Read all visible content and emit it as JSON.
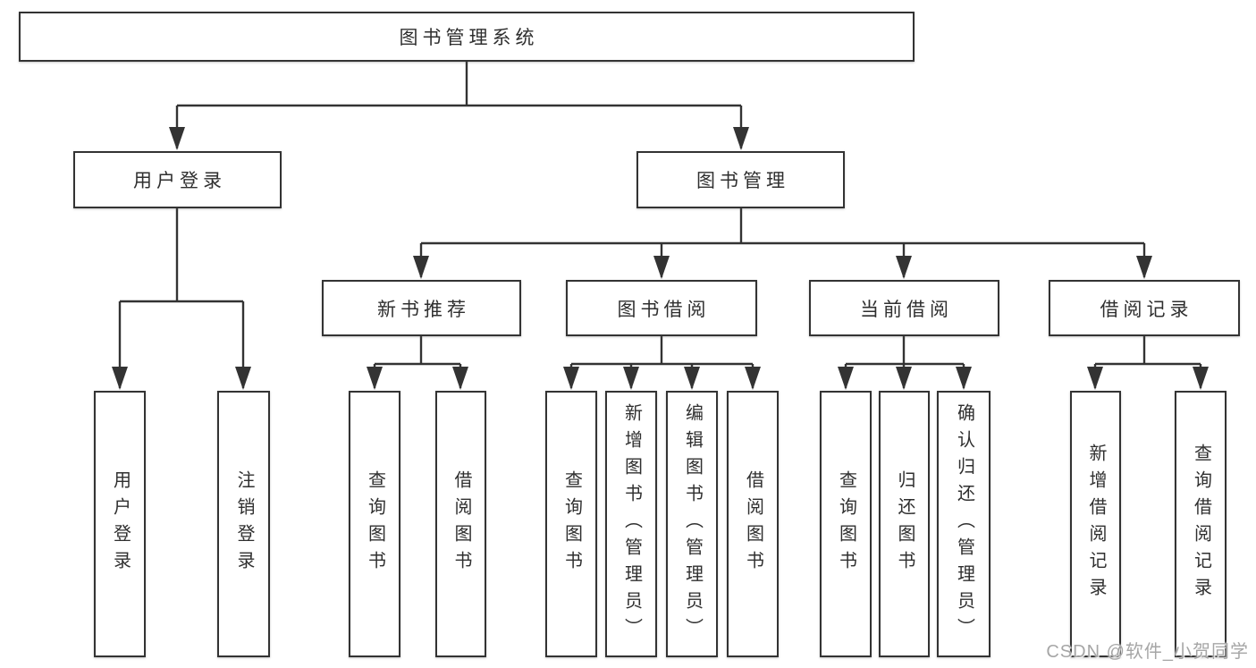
{
  "diagram": {
    "root_label": "图书管理系统",
    "watermark": "CSDN @软件_小贺同学",
    "colors": {
      "line": "#333333",
      "box_border": "#333333",
      "text": "#2f2f2f",
      "watermark": "#a6a6a6",
      "background": "#ffffff"
    },
    "tree": {
      "branches": [
        {
          "label": "用户登录",
          "children": [
            "用户登录",
            "注销登录"
          ]
        },
        {
          "label": "图书管理",
          "groups": [
            {
              "label": "新书推荐",
              "children": [
                "查询图书",
                "借阅图书"
              ]
            },
            {
              "label": "图书借阅",
              "children": [
                "查询图书",
                "新增图书（管理员）",
                "编辑图书（管理员）",
                "借阅图书"
              ]
            },
            {
              "label": "当前借阅",
              "children": [
                "查询图书",
                "归还图书",
                "确认归还（管理员）"
              ]
            },
            {
              "label": "借阅记录",
              "children": [
                "新增借阅记录",
                "查询借阅记录"
              ]
            }
          ]
        }
      ]
    }
  }
}
